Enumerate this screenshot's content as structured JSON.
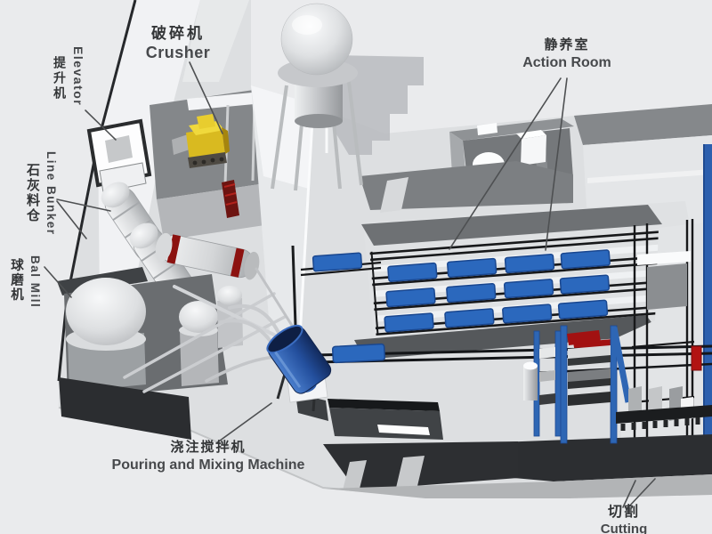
{
  "labels": {
    "crusher": {
      "zh": "破碎机",
      "en": "Crusher"
    },
    "elevator": {
      "zh": "提升机",
      "en": "Elevator"
    },
    "line_bunker": {
      "zh": "石灰料仓",
      "en": "Line Bunker"
    },
    "ball_mill": {
      "zh": "球磨机",
      "en": "Bal Mill"
    },
    "action_room": {
      "zh": "静养室",
      "en": "Action Room"
    },
    "pouring_mixing_machine": {
      "zh": "浇注搅拌机",
      "en": "Pouring and Mixing Machine"
    },
    "cutting": {
      "zh": "切割",
      "en": "Cutting"
    }
  },
  "palette": {
    "background": "#eaebed",
    "mold_blue": "#2b68bd",
    "frame_blue": "#2e66b4",
    "crusher_yellow": "#d9ba20",
    "accent_red": "#a21111",
    "dark_wall": "#2d2f32",
    "platform_gray": "#dddfe1"
  }
}
